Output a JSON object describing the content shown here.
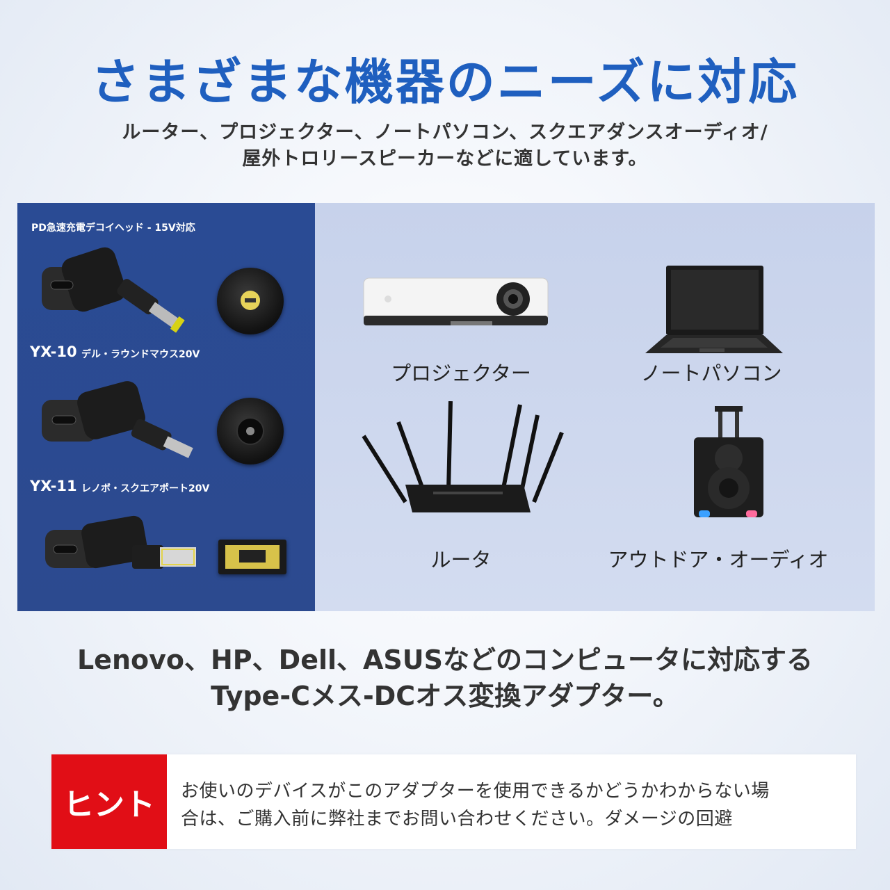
{
  "header": {
    "title": "さまざまな機器のニーズに対応",
    "subtitle_line1": "ルーター、プロジェクター、ノートパソコン、スクエアダンスオーディオ/",
    "subtitle_line2": "屋外トロリースピーカーなどに適しています。"
  },
  "adapters": {
    "pd_label": "PD急速充電デコイヘッド - 15V対応",
    "items": [
      {
        "model": "YX-10",
        "desc": "デル・ラウンドマウス20V"
      },
      {
        "model": "YX-11",
        "desc": "レノボ・スクエアポート20V"
      }
    ]
  },
  "devices": [
    {
      "label": "プロジェクター",
      "icon": "projector-icon"
    },
    {
      "label": "ノートパソコン",
      "icon": "laptop-icon"
    },
    {
      "label": "ルータ",
      "icon": "router-icon"
    },
    {
      "label": "アウトドア・オーディオ",
      "icon": "speaker-icon"
    }
  ],
  "compat": {
    "line1": "Lenovo、HP、Dell、ASUSなどのコンピュータに対応する",
    "line2": "Type-Cメス-DCオス変換アダプター。"
  },
  "hint": {
    "badge": "ヒント",
    "line1": "お使いのデバイスがこのアダプターを使用できるかどうかわからない場",
    "line2": "合は、ご購入前に弊社までお問い合わせください。ダメージの回避"
  },
  "colors": {
    "title": "#1f5fbf",
    "left_panel": "#2a4b94",
    "hint_badge": "#e10e16"
  }
}
